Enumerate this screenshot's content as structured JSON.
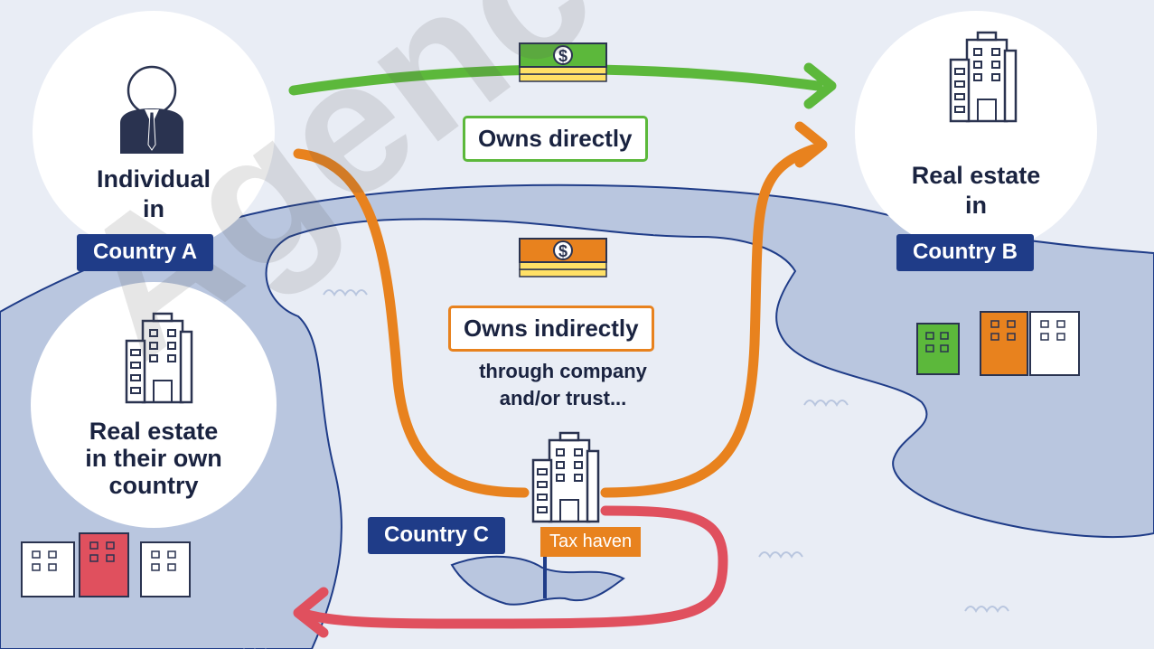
{
  "individual": {
    "line1": "Individual",
    "line2": "in",
    "badge": "Country A"
  },
  "real_estate_b": {
    "line1": "Real estate",
    "line2": "in",
    "badge": "Country B"
  },
  "real_estate_own": {
    "line1": "Real estate",
    "line2": "in their own",
    "line3": "country"
  },
  "direct": {
    "label": "Owns directly"
  },
  "indirect": {
    "label": "Owns indirectly",
    "sub_line1": "through company",
    "sub_line2": "and/or trust..."
  },
  "country_c": {
    "badge": "Country C",
    "flag": "Tax haven"
  },
  "watermark": "Agence F",
  "icons": [
    "businessman-icon",
    "building-icon",
    "money-stack-icon",
    "flag-icon",
    "island-icon",
    "wave-icon"
  ],
  "colors": {
    "green": "#5cb83b",
    "orange": "#e8821e",
    "red": "#e0505e",
    "navy": "#1f3c88",
    "land": "#b9c6df",
    "sea": "#e9edf5"
  }
}
